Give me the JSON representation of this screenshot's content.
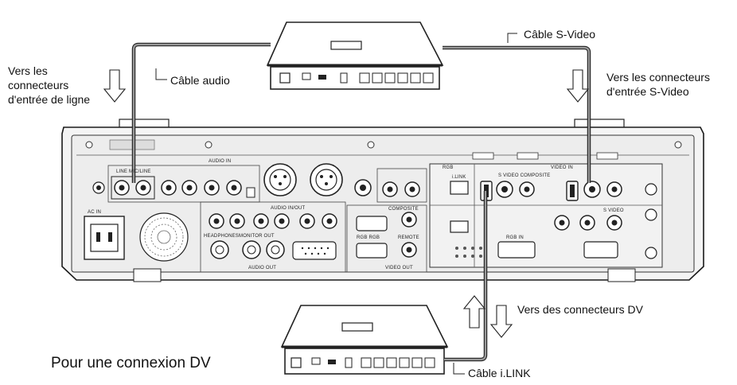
{
  "labels": {
    "cable_svideo": "Câble S-Video",
    "cable_audio": "Câble audio",
    "to_line_in": [
      "Vers les",
      "connecteurs",
      "d'entrée de ligne"
    ],
    "to_svideo_in": [
      "Vers les connecteurs",
      "d'entrée S-Video"
    ],
    "to_dv": "Vers des connecteurs DV",
    "dv_connection": "Pour une connexion DV",
    "cable_ilink": "Câble i.LINK"
  },
  "panel_text": {
    "audio_in": "AUDIO IN",
    "line_mic_line": "LINE MIC/LINE",
    "ac_in": "AC IN",
    "audio_out": "AUDIO OUT",
    "video_out": "VIDEO OUT",
    "video_in": "VIDEO IN",
    "composite": "COMPOSITE",
    "svideo_composite": "S VIDEO COMPOSITE",
    "rgb_hdr": "RGB",
    "ilink": "i.LINK",
    "headphones": "HEADPHONES",
    "monitor_out": "MONITOR OUT",
    "audio_in_out": "AUDIO IN/OUT",
    "rgb_rgb": "RGB RGB",
    "remote": "REMOTE",
    "rgb_in": "RGB IN",
    "svideo": "S VIDEO"
  }
}
